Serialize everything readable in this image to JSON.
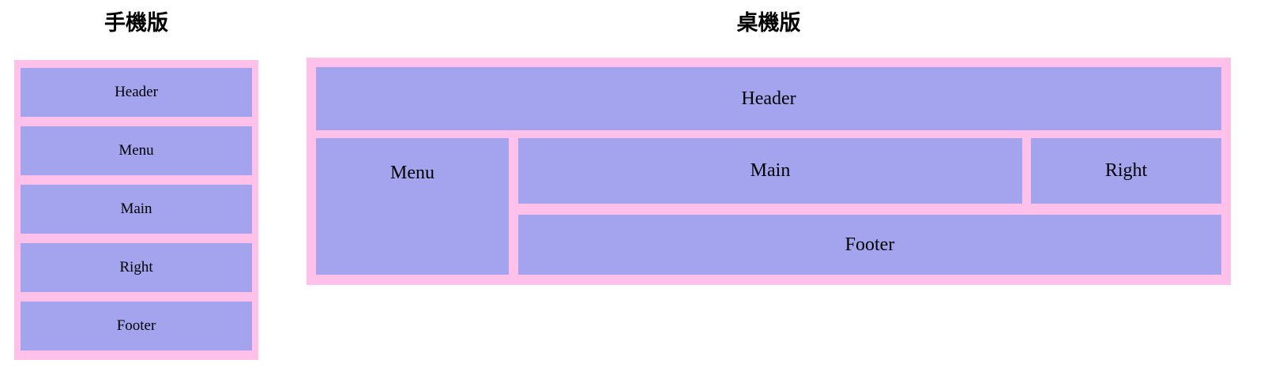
{
  "page": {
    "background_color": "#ffffff",
    "box_color": "#a3a3ee",
    "container_color": "#ffc0e9"
  },
  "mobile": {
    "title": "手機版",
    "blocks": [
      {
        "label": "Header"
      },
      {
        "label": "Menu"
      },
      {
        "label": "Main"
      },
      {
        "label": "Right"
      },
      {
        "label": "Footer"
      }
    ]
  },
  "desktop": {
    "title": "桌機版",
    "blocks": [
      {
        "label": "Header"
      },
      {
        "label": "Menu"
      },
      {
        "label": "Main"
      },
      {
        "label": "Right"
      },
      {
        "label": "Footer"
      }
    ]
  }
}
